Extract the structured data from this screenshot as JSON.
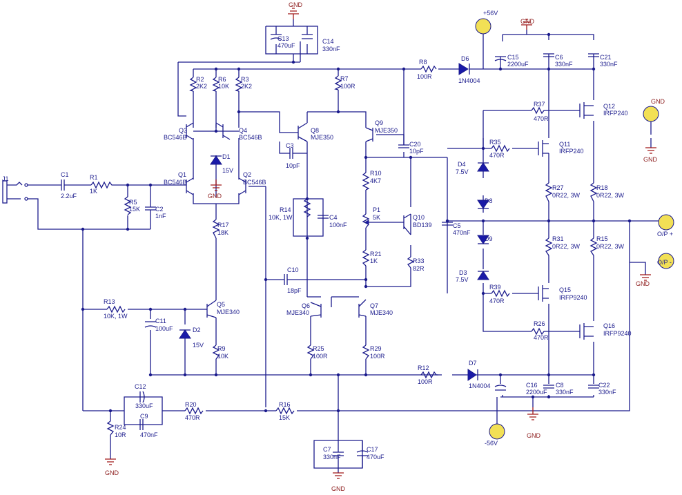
{
  "connector": {
    "ref": "J1"
  },
  "labels": {
    "C1": [
      "C1",
      "2.2uF"
    ],
    "R1": [
      "R1",
      "1K"
    ],
    "R5": [
      "R5",
      "15K"
    ],
    "C2": [
      "C2",
      "1nF"
    ],
    "R2": [
      "R2",
      "2K2"
    ],
    "R6": [
      "R6",
      "10K"
    ],
    "R3": [
      "R3",
      "2K2"
    ],
    "R7": [
      "R7",
      "100R"
    ],
    "R8": [
      "R8",
      "100R"
    ],
    "D6": [
      "D6",
      "1N4004"
    ],
    "C15": [
      "C15",
      "2200uF"
    ],
    "C6": [
      "C6",
      "330nF"
    ],
    "C21": [
      "C21",
      "330nF"
    ],
    "C13": [
      "C13",
      "470uF"
    ],
    "C14": [
      "C14",
      "330nF"
    ],
    "Q3": [
      "Q3",
      "BC546B"
    ],
    "Q4": [
      "Q4",
      "BC546B"
    ],
    "Q1": [
      "Q1",
      "BC546B"
    ],
    "Q2": [
      "Q2",
      "BC546B"
    ],
    "D1": [
      "D1",
      "15V"
    ],
    "Q8": [
      "Q8",
      "MJE350"
    ],
    "Q9": [
      "Q9",
      "MJE350"
    ],
    "C3": [
      "C3",
      "10pF"
    ],
    "C20": [
      "C20",
      "10pF"
    ],
    "R10": [
      "R10",
      "4K7"
    ],
    "P1": [
      "P1",
      "5K"
    ],
    "Q10": [
      "Q10",
      "BD139"
    ],
    "R14": [
      "R14",
      "10K, 1W"
    ],
    "C4": [
      "C4",
      "100nF"
    ],
    "R21": [
      "R21",
      "1K"
    ],
    "R33": [
      "R33",
      "82R"
    ],
    "C5": [
      "C5",
      "470nF"
    ],
    "R17": [
      "R17",
      "18K"
    ],
    "C10": [
      "C10",
      "18pF"
    ],
    "Q6": [
      "Q6",
      "MJE340"
    ],
    "Q7": [
      "Q7",
      "MJE340"
    ],
    "R13": [
      "R13",
      "10K, 1W"
    ],
    "Q5": [
      "Q5",
      "MJE340"
    ],
    "C11": [
      "C11",
      "100uF"
    ],
    "D2": [
      "D2",
      "15V"
    ],
    "R9": [
      "R9",
      "10K"
    ],
    "R25": [
      "R25",
      "100R"
    ],
    "R29": [
      "R29",
      "100R"
    ],
    "R12": [
      "R12",
      "100R"
    ],
    "D7": [
      "D7",
      "1N4004"
    ],
    "C16": [
      "C16",
      "2200uF"
    ],
    "C8": [
      "C8",
      "330nF"
    ],
    "C22": [
      "C22",
      "330nF"
    ],
    "C12": [
      "C12",
      "330uF"
    ],
    "C9": [
      "C9",
      "470nF"
    ],
    "R20": [
      "R20",
      "470R"
    ],
    "R16": [
      "R16",
      "15K"
    ],
    "R24": [
      "R24",
      "10R"
    ],
    "C7": [
      "C7",
      "330nF"
    ],
    "C17": [
      "C17",
      "470uF"
    ],
    "R37": [
      "R37",
      "470R"
    ],
    "Q12": [
      "Q12",
      "IRFP240"
    ],
    "R35": [
      "R35",
      "470R"
    ],
    "Q11": [
      "Q11",
      "IRFP240"
    ],
    "D4": [
      "D4",
      "7.5V"
    ],
    "R27": [
      "R27",
      "0R22, 3W"
    ],
    "R18": [
      "R18",
      "0R22, 3W"
    ],
    "R31": [
      "R31",
      "0R22, 3W"
    ],
    "R15": [
      "R15",
      "0R22, 3W"
    ],
    "D3": [
      "D3",
      "7.5V"
    ],
    "R39": [
      "R39",
      "470R"
    ],
    "Q15": [
      "Q15",
      "IRFP9240"
    ],
    "R26": [
      "R26",
      "470R"
    ],
    "Q16": [
      "Q16",
      "IRFP9240"
    ]
  },
  "single_labels": {
    "D8": "D8",
    "D9": "D9"
  },
  "nets": {
    "gnd": "GND",
    "vpos": "+56V",
    "vneg": "-56V",
    "out_pos": "O/P +",
    "out_neg": "O/P -"
  },
  "colors": {
    "wire": "#1a1a8c",
    "ground": "#a01818",
    "terminal": "#f2e055"
  }
}
